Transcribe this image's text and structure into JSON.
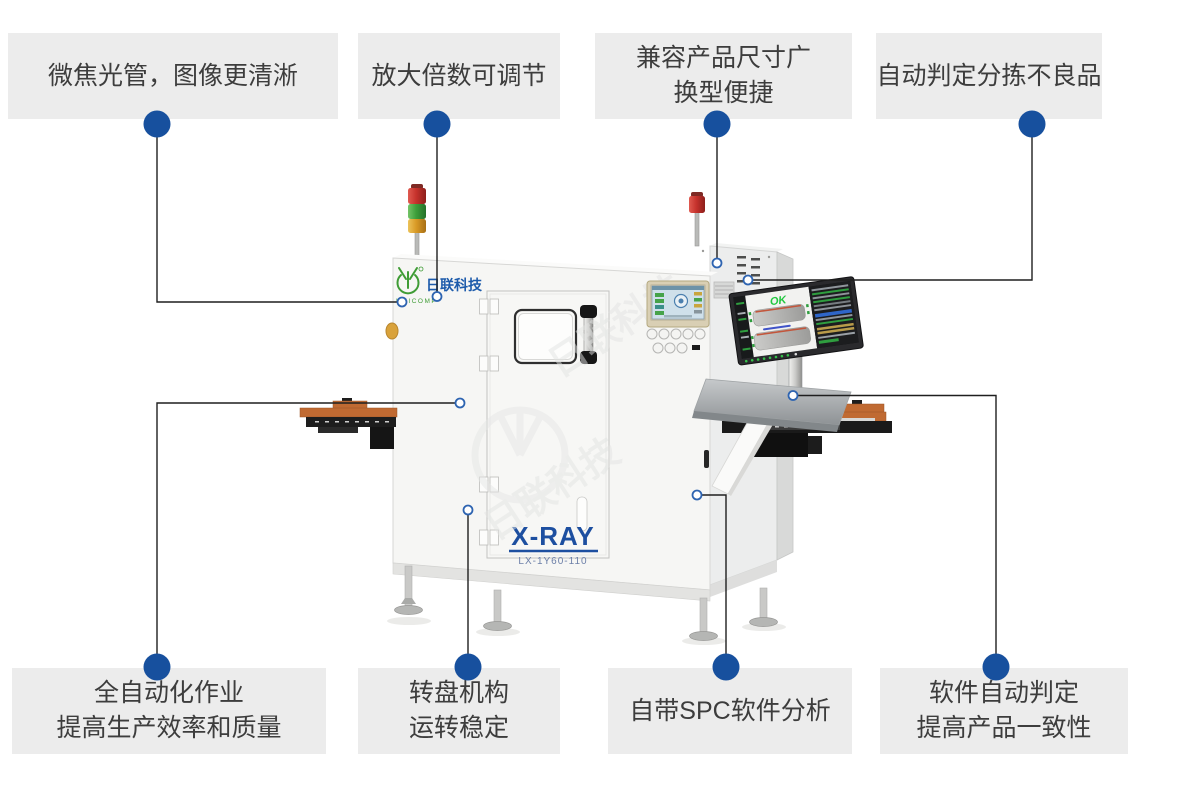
{
  "callouts": {
    "top": [
      {
        "label": "微焦光管，图像更清淅"
      },
      {
        "label": "放大倍数可调节"
      },
      {
        "label": "兼容产品尺寸广",
        "label2": "换型便捷"
      },
      {
        "label": "自动判定分拣不良品"
      }
    ],
    "bottom": [
      {
        "label": "全自动化作业",
        "label2": "提高生产效率和质量"
      },
      {
        "label": "转盘机构",
        "label2": "运转稳定"
      },
      {
        "label": "自带SPC软件分析"
      },
      {
        "label": "软件自动判定",
        "label2": "提高产品一致性"
      }
    ]
  },
  "machine": {
    "brand_name": "日联科技",
    "brand_sub": "UNICOMP",
    "product_label": "X-RAY",
    "model_code": "LX-1Y60-110",
    "monitor_status": "OK",
    "watermark": "日联科技",
    "colors": {
      "callout_dot_blue": "#17509e",
      "connector_line": "#1f1f1f",
      "callout_box_bg": "#ececec",
      "callout_text": "#3d3d3d",
      "brand_blue": "#1d5bab",
      "brand_green": "#3f9c35",
      "xray_label_blue": "#1d4fa0",
      "signal_red": "#c6322c",
      "signal_green": "#3d9e3a",
      "signal_amber": "#d99a26",
      "conveyor_orange": "#c06a32",
      "monitor_ok_green": "#21c73f"
    }
  }
}
